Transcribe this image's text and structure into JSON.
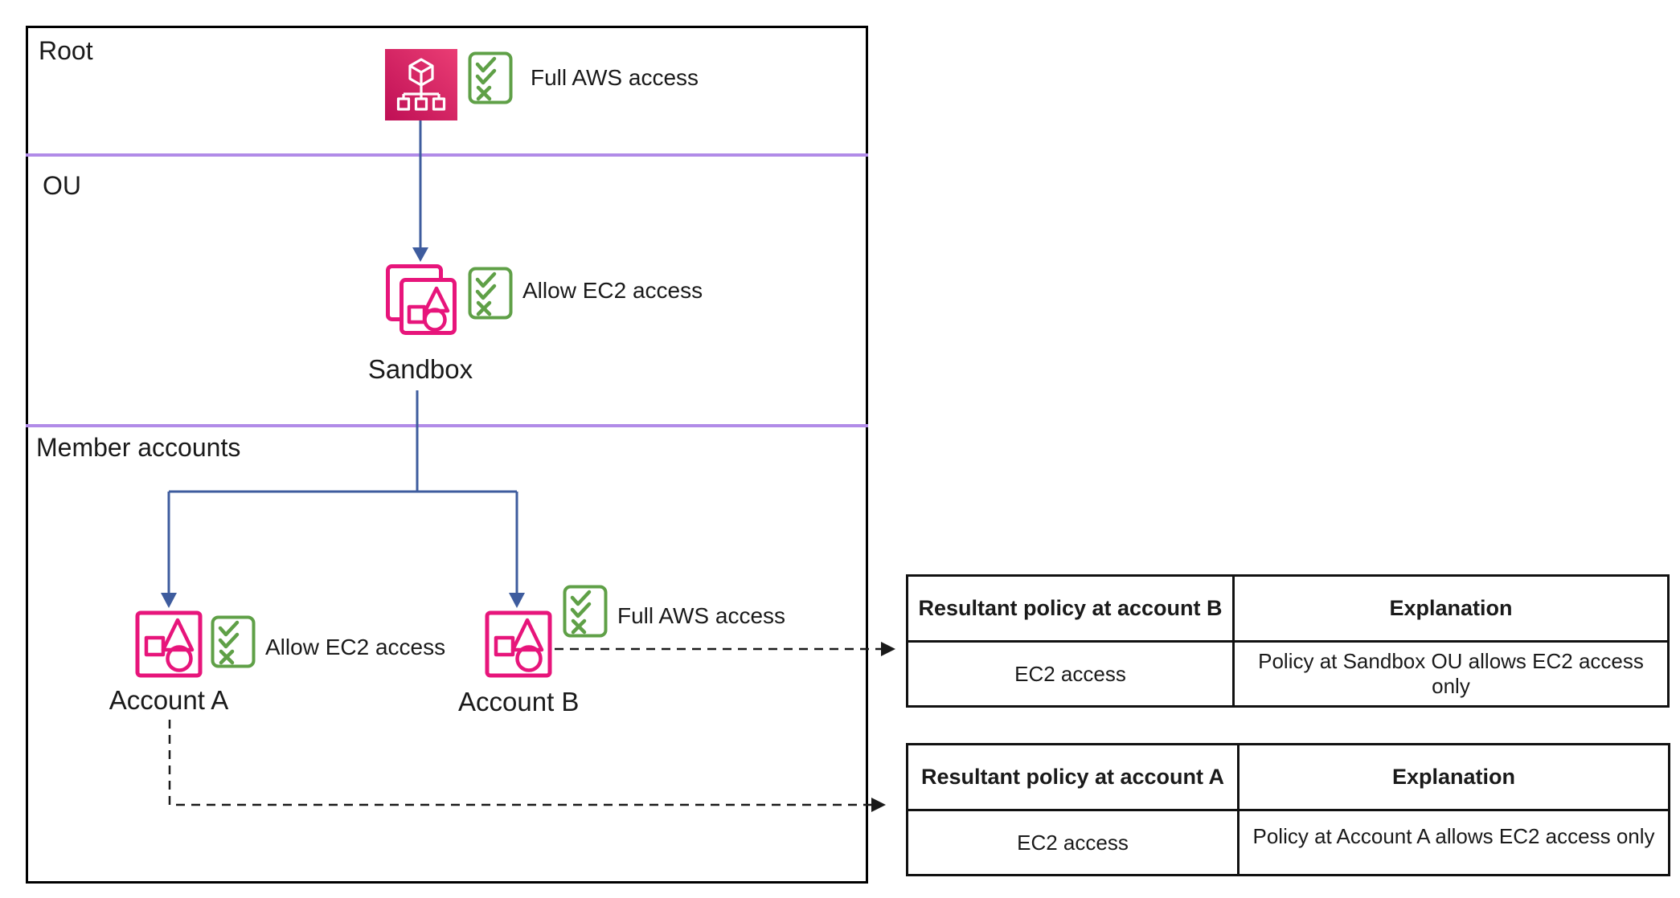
{
  "diagram": {
    "section_labels": {
      "root": "Root",
      "ou": "OU",
      "member_accounts": "Member accounts"
    },
    "nodes": {
      "root": {
        "policy": "Full AWS access"
      },
      "sandbox_ou": {
        "label": "Sandbox",
        "policy": "Allow EC2 access"
      },
      "account_a": {
        "label": "Account A",
        "policy": "Allow EC2 access"
      },
      "account_b": {
        "label": "Account B",
        "policy": "Full AWS access"
      }
    }
  },
  "tables": {
    "account_b": {
      "headers": [
        "Resultant policy at account B",
        "Explanation"
      ],
      "rows": [
        [
          "EC2 access",
          "Policy at Sandbox OU allows EC2 access only"
        ]
      ]
    },
    "account_a": {
      "headers": [
        "Resultant policy at account A",
        "Explanation"
      ],
      "rows": [
        [
          "EC2 access",
          "Policy at Account A allows EC2 access only"
        ]
      ]
    }
  },
  "icons": {
    "organizations_root": "aws-organizations-cube-tree-icon",
    "organizational_unit": "pink-outline-stacked-shapes-icon",
    "account": "pink-outline-shapes-square-icon",
    "policy_checklist": "green-checklist-icon"
  },
  "colors": {
    "icon_pink_dark": "#BF0F55",
    "icon_pink_light": "#EA3D74",
    "outline_pink": "#E7157B",
    "policy_green": "#5FA047",
    "connector_blue": "#3E5C9E",
    "divider_purple": "#B18BE8",
    "line_dark": "#1A1A1A",
    "text_dark": "#1A1A1A",
    "background": "#FFFFFF"
  }
}
